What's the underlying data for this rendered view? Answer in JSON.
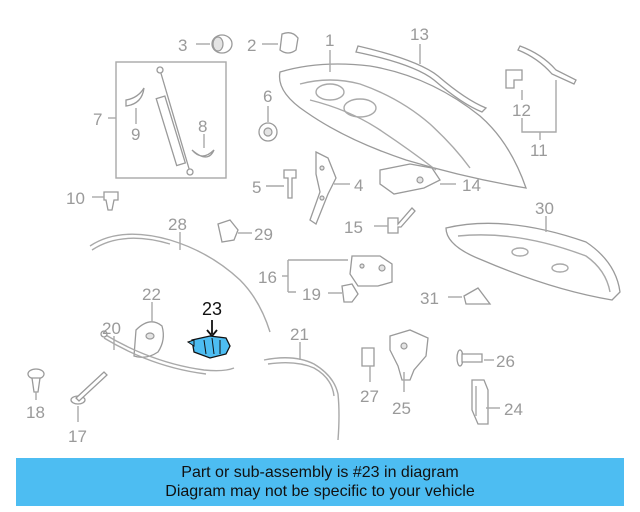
{
  "labels": {
    "l1": "1",
    "l2": "2",
    "l3": "3",
    "l4": "4",
    "l5": "5",
    "l6": "6",
    "l7": "7",
    "l8": "8",
    "l9": "9",
    "l10": "10",
    "l11": "11",
    "l12": "12",
    "l13": "13",
    "l14": "14",
    "l15": "15",
    "l16": "16",
    "l17": "17",
    "l18": "18",
    "l19": "19",
    "l20": "20",
    "l21": "21",
    "l22": "22",
    "l23": "23",
    "l24": "24",
    "l25": "25",
    "l26": "26",
    "l27": "27",
    "l28": "28",
    "l29": "29",
    "l30": "30",
    "l31": "31"
  },
  "highlight_part": "23",
  "banner": {
    "line1": "Part or sub-assembly is #23 in diagram",
    "line2": "Diagram may not be specific to your vehicle"
  },
  "colors": {
    "banner_bg": "#4dbdf2",
    "highlight_part": "#4dbdf2",
    "line_art": "#9a9a9a",
    "label_text": "#9a9a9a"
  }
}
